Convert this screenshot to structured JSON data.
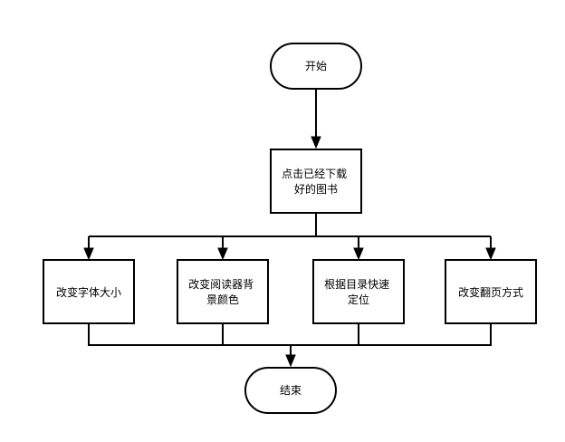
{
  "diagram": {
    "type": "flowchart",
    "nodes": [
      {
        "id": "start",
        "label": "开始",
        "shape": "terminal"
      },
      {
        "id": "open",
        "label": "点击已经下载好的图书",
        "lines": [
          "点击已经下载",
          "好的图书"
        ],
        "shape": "process"
      },
      {
        "id": "font",
        "label": "改变字体大小",
        "lines": [
          "改变字体大小"
        ],
        "shape": "process"
      },
      {
        "id": "bg",
        "label": "改变阅读器背景颜色",
        "lines": [
          "改变阅读器背",
          "景颜色"
        ],
        "shape": "process"
      },
      {
        "id": "toc",
        "label": "根据目录快速定位",
        "lines": [
          "根据目录快速",
          "定位"
        ],
        "shape": "process"
      },
      {
        "id": "flip",
        "label": "改变翻页方式",
        "lines": [
          "改变翻页方式"
        ],
        "shape": "process"
      },
      {
        "id": "end",
        "label": "结束",
        "shape": "terminal"
      }
    ],
    "edges": [
      {
        "from": "start",
        "to": "open"
      },
      {
        "from": "open",
        "to": "font"
      },
      {
        "from": "open",
        "to": "bg"
      },
      {
        "from": "open",
        "to": "toc"
      },
      {
        "from": "open",
        "to": "flip"
      },
      {
        "from": "font",
        "to": "end"
      },
      {
        "from": "bg",
        "to": "end"
      },
      {
        "from": "toc",
        "to": "end"
      },
      {
        "from": "flip",
        "to": "end"
      }
    ],
    "colors": {
      "stroke": "#000000",
      "fill": "#ffffff",
      "text": "#000000"
    }
  }
}
